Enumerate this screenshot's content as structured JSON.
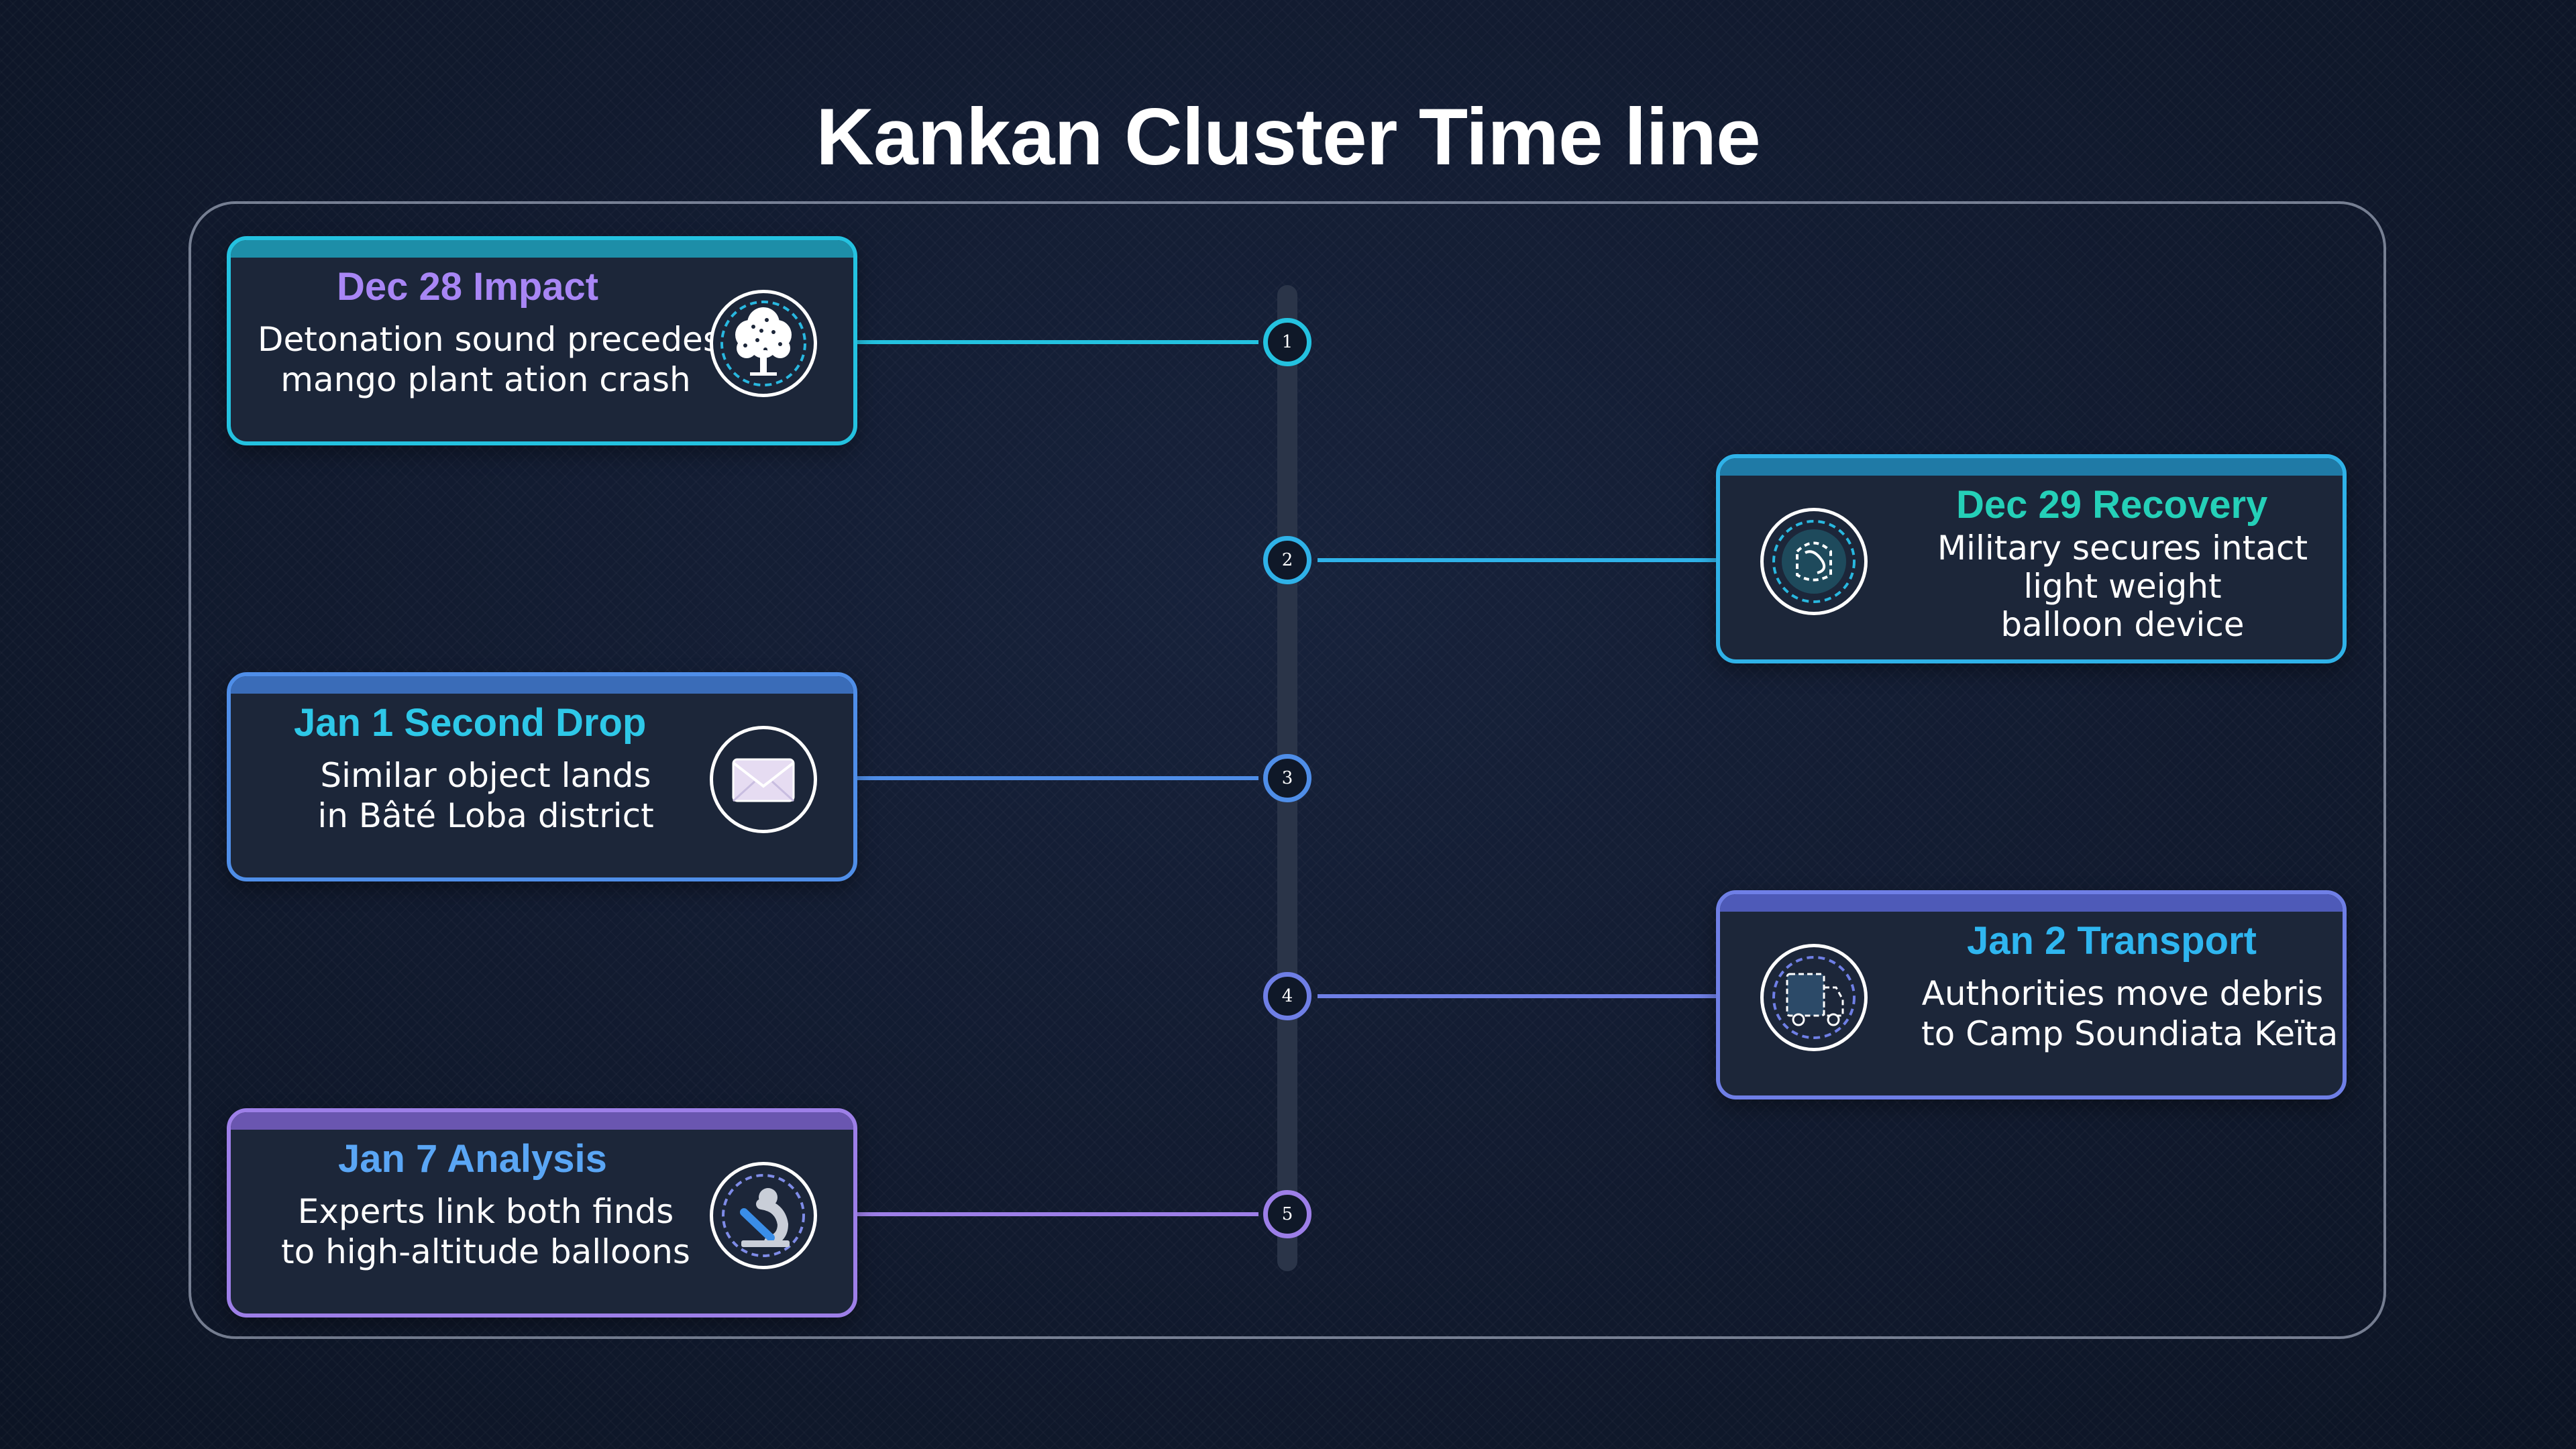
{
  "title": "Kankan Cluster Time line",
  "colors": {
    "cyan": "#24c2e0",
    "sky": "#2fb2e8",
    "blue": "#4f8ee8",
    "indigo": "#6f7fe6",
    "violet": "#9d7fe8",
    "purple_title": "#a886f5",
    "teal_title": "#25d0b8",
    "cyan_title": "#2ec8e8",
    "sky_title": "#2fb6f0",
    "blue_title": "#5aa6f5"
  },
  "events": [
    {
      "step": "1",
      "title": "Dec 28 Impact",
      "lines": [
        "Detonation sound precedes",
        "mango plant ation crash"
      ],
      "icon": "tree-icon"
    },
    {
      "step": "2",
      "title": "Dec 29 Recovery",
      "lines": [
        "Military secures intact",
        "light weight",
        "balloon device"
      ],
      "icon": "balloon-icon"
    },
    {
      "step": "3",
      "title": "Jan 1 Second Drop",
      "lines": [
        "Similar object lands",
        "in Bâté Loba district"
      ],
      "icon": "envelope-icon"
    },
    {
      "step": "4",
      "title": "Jan 2 Transport",
      "lines": [
        "Authorities move debris",
        "to Camp Soundiata Keïta"
      ],
      "icon": "truck-icon"
    },
    {
      "step": "5",
      "title": "Jan 7 Analysis",
      "lines": [
        "Experts link both finds",
        "to high-altitude balloons"
      ],
      "icon": "microscope-icon"
    }
  ]
}
